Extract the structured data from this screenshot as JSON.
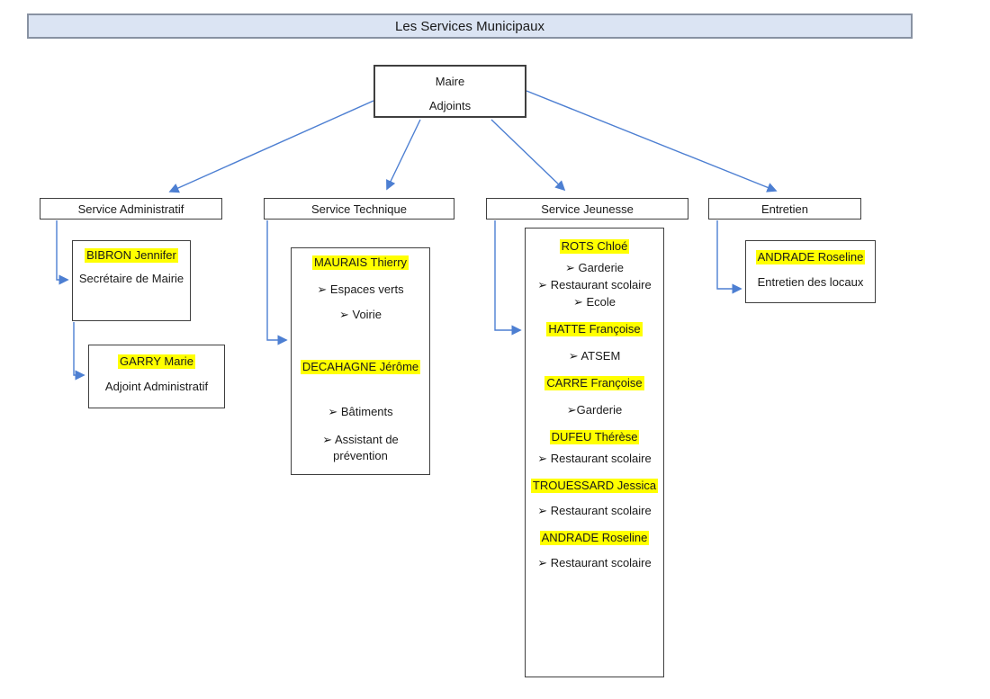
{
  "title": "Les Services Municipaux",
  "root_box": {
    "line1": "Maire",
    "line2": "Adjoints"
  },
  "departments": {
    "administratif": {
      "label": "Service Administratif"
    },
    "technique": {
      "label": "Service Technique"
    },
    "jeunesse": {
      "label": "Service Jeunesse"
    },
    "entretien": {
      "label": "Entretien"
    }
  },
  "administratif": {
    "bibron": {
      "name": "BIBRON Jennifer",
      "role": "Secrétaire de Mairie"
    },
    "garry": {
      "name": "GARRY Marie",
      "role": "Adjoint Administratif"
    }
  },
  "technique": {
    "maurais": {
      "name": "MAURAIS Thierry",
      "tasks": [
        "➢ Espaces verts",
        "➢ Voirie"
      ]
    },
    "decahagne": {
      "name": "DECAHAGNE Jérôme",
      "tasks": [
        "➢ Bâtiments",
        "➢ Assistant de prévention"
      ]
    }
  },
  "jeunesse": {
    "rots": {
      "name": "ROTS Chloé",
      "tasks": [
        "➢ Garderie",
        "➢ Restaurant scolaire",
        "➢ Ecole"
      ]
    },
    "hatte": {
      "name": "HATTE Françoise",
      "tasks": [
        "➢ ATSEM"
      ]
    },
    "carre": {
      "name": "CARRE Françoise",
      "tasks": [
        "➢Garderie"
      ]
    },
    "dufeu": {
      "name": "DUFEU Thérèse",
      "tasks": [
        "➢ Restaurant scolaire"
      ]
    },
    "trouessard": {
      "name": "TROUESSARD Jessica",
      "tasks": [
        "➢ Restaurant scolaire"
      ]
    },
    "andrade": {
      "name": "ANDRADE Roseline",
      "tasks": [
        "➢ Restaurant scolaire"
      ]
    }
  },
  "entretien": {
    "andrade": {
      "name": "ANDRADE Roseline",
      "role": "Entretien des locaux"
    }
  },
  "colors": {
    "connector_blue": "#4d7fd2",
    "title_fill": "#dbe4f3",
    "highlight_yellow": "#ffff00",
    "box_border": "#3f3f3f"
  }
}
